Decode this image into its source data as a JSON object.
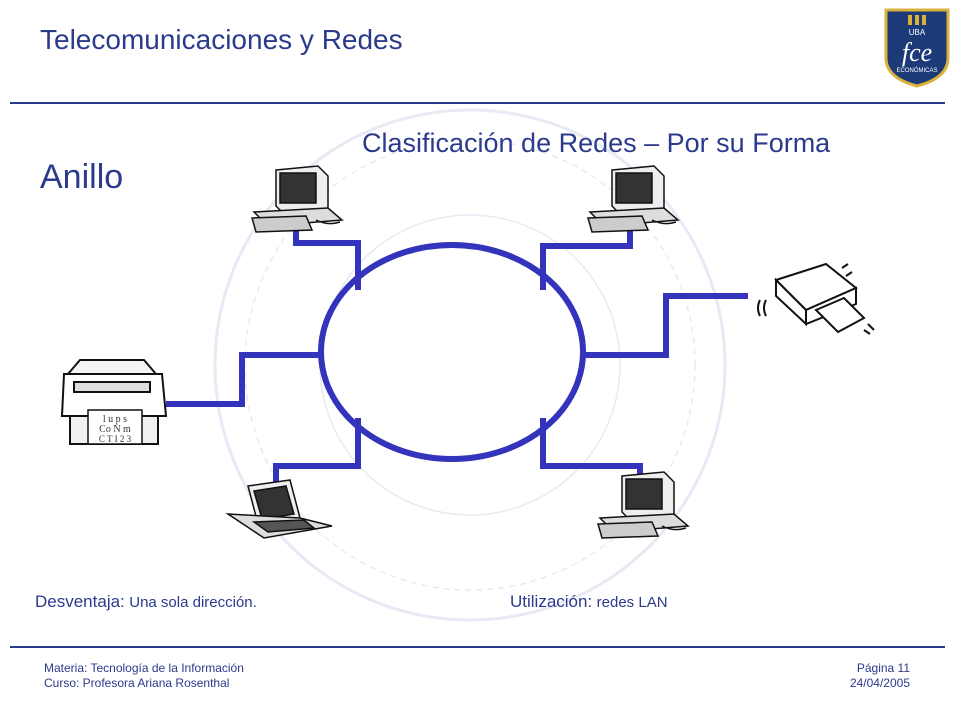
{
  "header": {
    "title": "Telecomunicaciones y Redes"
  },
  "slide": {
    "subtitle": "Clasificación de Redes – Por su Forma",
    "topology": "Anillo"
  },
  "notes": {
    "disadvantage_label": "Desventaja:",
    "disadvantage_value": "Una sola dirección.",
    "usage_label": "Utilización:",
    "usage_value": "redes LAN"
  },
  "logo": {
    "top_text": "UBA",
    "main_text": "fce",
    "bottom_text": "ECONÓMICAS"
  },
  "printer_paper": {
    "line1": "l u p s",
    "line2": "Co N m",
    "line3": "C T I 2 3"
  },
  "footer": {
    "subject": "Materia: Tecnología de la Información",
    "course": "Curso: Profesora Ariana Rosenthal",
    "page": "Página 11",
    "date": "24/04/2005"
  },
  "colors": {
    "accent": "#2b3a8c",
    "ring": "#3333bb",
    "logo_bg": "#1d3a78",
    "logo_gold": "#d8b23a"
  }
}
